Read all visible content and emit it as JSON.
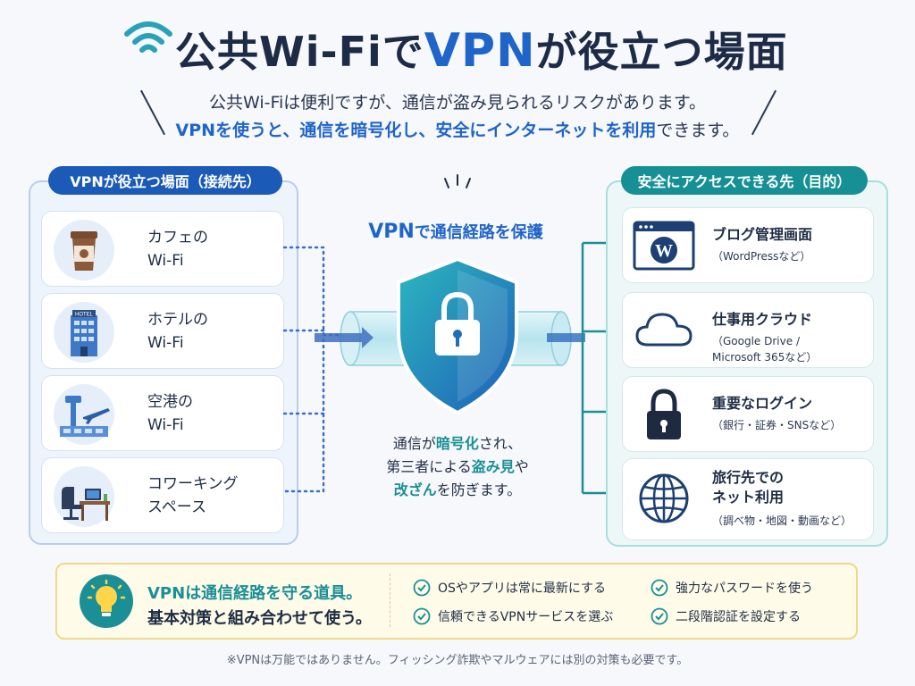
{
  "title": {
    "prefix": "公共Wi-Fiで",
    "highlight": "VPN",
    "suffix": "が役立つ場面"
  },
  "subtitle": {
    "line1": "公共Wi-Fiは便利ですが、通信が盗み見られるリスクがあります。",
    "line2_hl1": "VPNを使うと、通信を暗号化し、安全にインターネットを利用",
    "line2_rest": "できます。"
  },
  "left": {
    "header": "VPNが役立つ場面（接続先）",
    "items": [
      {
        "label": "カフェの\nWi-Fi",
        "icon": "coffee-cup-icon"
      },
      {
        "label": "ホテルの\nWi-Fi",
        "icon": "hotel-building-icon"
      },
      {
        "label": "空港の\nWi-Fi",
        "icon": "airport-plane-icon"
      },
      {
        "label": "コワーキング\nスペース",
        "icon": "coworking-desk-icon"
      }
    ],
    "hotel_sign": "HOTEL"
  },
  "center": {
    "title_hl": "VPN",
    "title_rest": "で通信経路を保護",
    "desc_l1_a": "通信が",
    "desc_l1_hl": "暗号化",
    "desc_l1_b": "され、",
    "desc_l2_a": "第三者による",
    "desc_l2_hl": "盗み見",
    "desc_l2_b": "や",
    "desc_l3_hl": "改ざん",
    "desc_l3_b": "を防ぎます。"
  },
  "right": {
    "header": "安全にアクセスできる先（目的）",
    "items": [
      {
        "title": "ブログ管理画面",
        "sub": "（WordPressなど）",
        "icon": "wordpress-browser-icon"
      },
      {
        "title": "仕事用クラウド",
        "sub": "（Google Drive /\nMicrosoft 365など）",
        "icon": "cloud-icon"
      },
      {
        "title": "重要なログイン",
        "sub": "（銀行・証券・SNSなど）",
        "icon": "padlock-icon"
      },
      {
        "title": "旅行先での\nネット利用",
        "sub": "（調べ物・地図・動画など）",
        "icon": "globe-icon"
      }
    ]
  },
  "bottom": {
    "tip_line1": "VPNは通信経路を守る道具。",
    "tip_line2": "基本対策と組み合わせて使う。",
    "checks": [
      "OSやアプリは常に最新にする",
      "強力なパスワードを使う",
      "信頼できるVPNサービスを選ぶ",
      "二段階認証を設定する"
    ]
  },
  "footnote": "※VPNは万能ではありません。フィッシング詐欺やマルウェアには別の対策も必要です。",
  "colors": {
    "blue": "#1f64c9",
    "navy": "#1d2b47",
    "teal": "#179095",
    "light_blue_panel": "#eef4fc",
    "light_teal_panel": "#edf7f8",
    "yellow_panel": "#fffbe9"
  }
}
